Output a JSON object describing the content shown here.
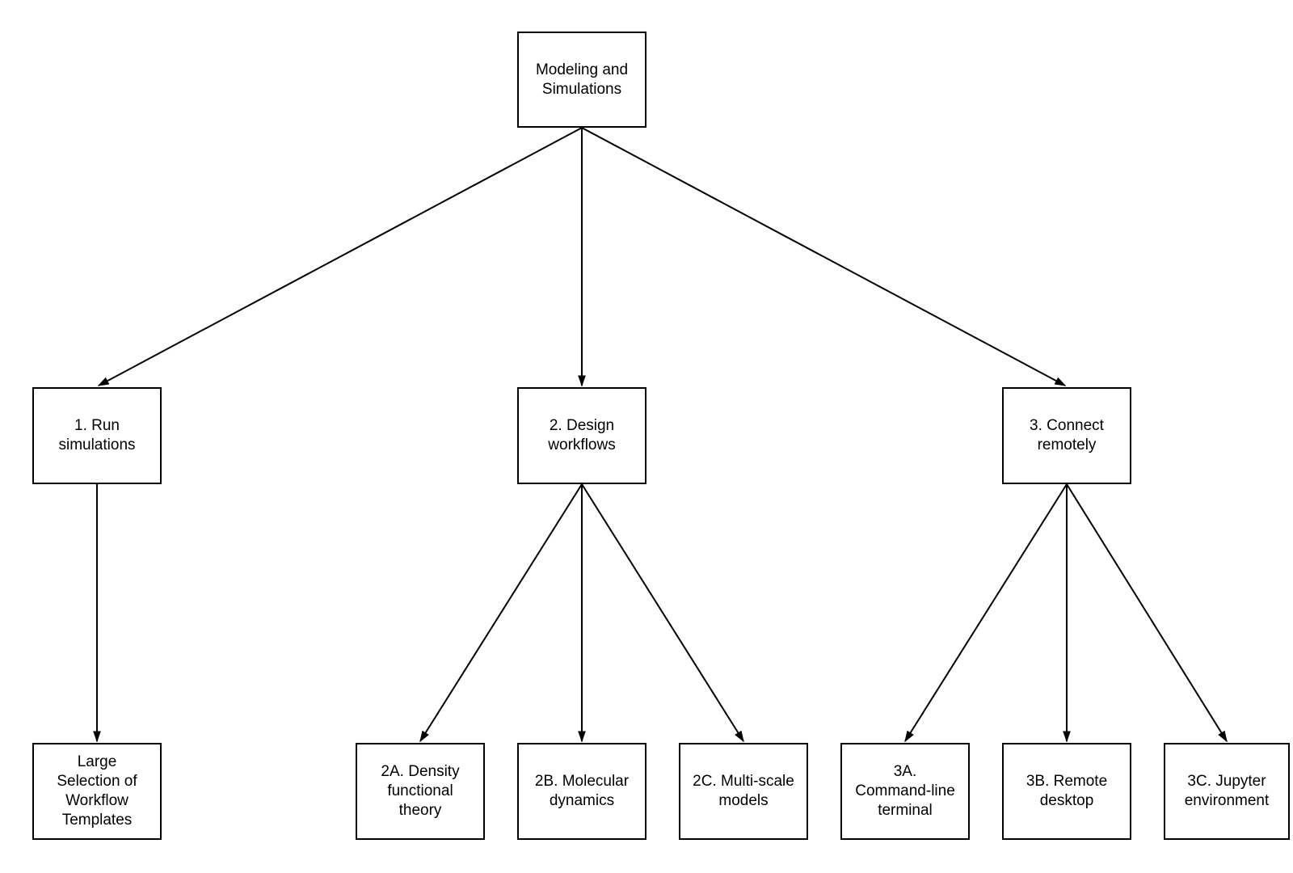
{
  "diagram": {
    "colors": {
      "background": "#ffffff",
      "stroke": "#000000",
      "text": "#000000"
    },
    "nodes": {
      "root": {
        "id": "root",
        "label": "Modeling and\nSimulations"
      },
      "n1": {
        "id": "1",
        "label": "1. Run\nsimulations"
      },
      "n2": {
        "id": "2",
        "label": "2. Design\nworkflows"
      },
      "n3": {
        "id": "3",
        "label": "3. Connect\nremotely"
      },
      "n1a": {
        "id": "1a",
        "label": "Large\nSelection of\nWorkflow\nTemplates"
      },
      "n2a": {
        "id": "2A",
        "label": "2A. Density\nfunctional\ntheory"
      },
      "n2b": {
        "id": "2B",
        "label": "2B. Molecular\ndynamics"
      },
      "n2c": {
        "id": "2C",
        "label": "2C. Multi-scale\nmodels"
      },
      "n3a": {
        "id": "3A",
        "label": "3A.\nCommand-line\nterminal"
      },
      "n3b": {
        "id": "3B",
        "label": "3B. Remote\ndesktop"
      },
      "n3c": {
        "id": "3C",
        "label": "3C. Jupyter\nenvironment"
      }
    },
    "edges": [
      {
        "from": "root",
        "to": "n1"
      },
      {
        "from": "root",
        "to": "n2"
      },
      {
        "from": "root",
        "to": "n3"
      },
      {
        "from": "n1",
        "to": "n1a"
      },
      {
        "from": "n2",
        "to": "n2a"
      },
      {
        "from": "n2",
        "to": "n2b"
      },
      {
        "from": "n2",
        "to": "n2c"
      },
      {
        "from": "n3",
        "to": "n3a"
      },
      {
        "from": "n3",
        "to": "n3b"
      },
      {
        "from": "n3",
        "to": "n3c"
      }
    ]
  }
}
